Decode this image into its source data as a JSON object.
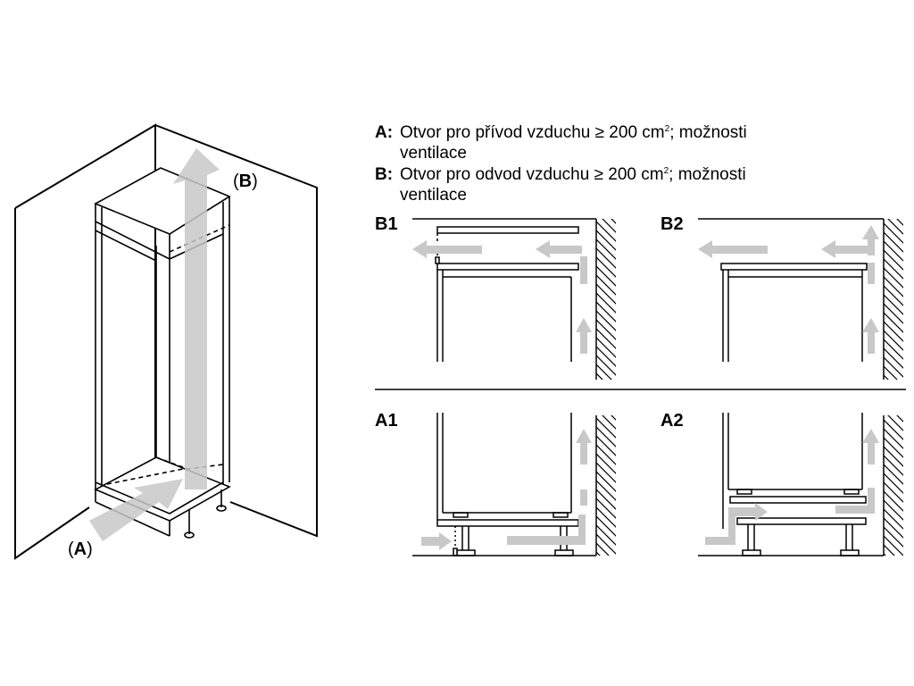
{
  "legend": [
    {
      "key": "A:",
      "text_before": "Otvor pro přívod vzduchu ≥ 200 cm",
      "sup": "2",
      "text_after": "; možnosti",
      "line2": "ventilace"
    },
    {
      "key": "B:",
      "text_before": "Otvor pro odvod vzduchu ≥ 200 cm",
      "sup": "2",
      "text_after": "; možnosti",
      "line2": "ventilace"
    }
  ],
  "cabinet_labels": {
    "a": {
      "open": "(",
      "letter": "A",
      "close": ")"
    },
    "b": {
      "open": "(",
      "letter": "B",
      "close": ")"
    }
  },
  "panels": {
    "b1": "B1",
    "b2": "B2",
    "a1": "A1",
    "a2": "A2"
  },
  "colors": {
    "line": "#000000",
    "arrow": "#c8c8c8",
    "arrow_dark": "#b4b4b4",
    "background": "#ffffff"
  }
}
